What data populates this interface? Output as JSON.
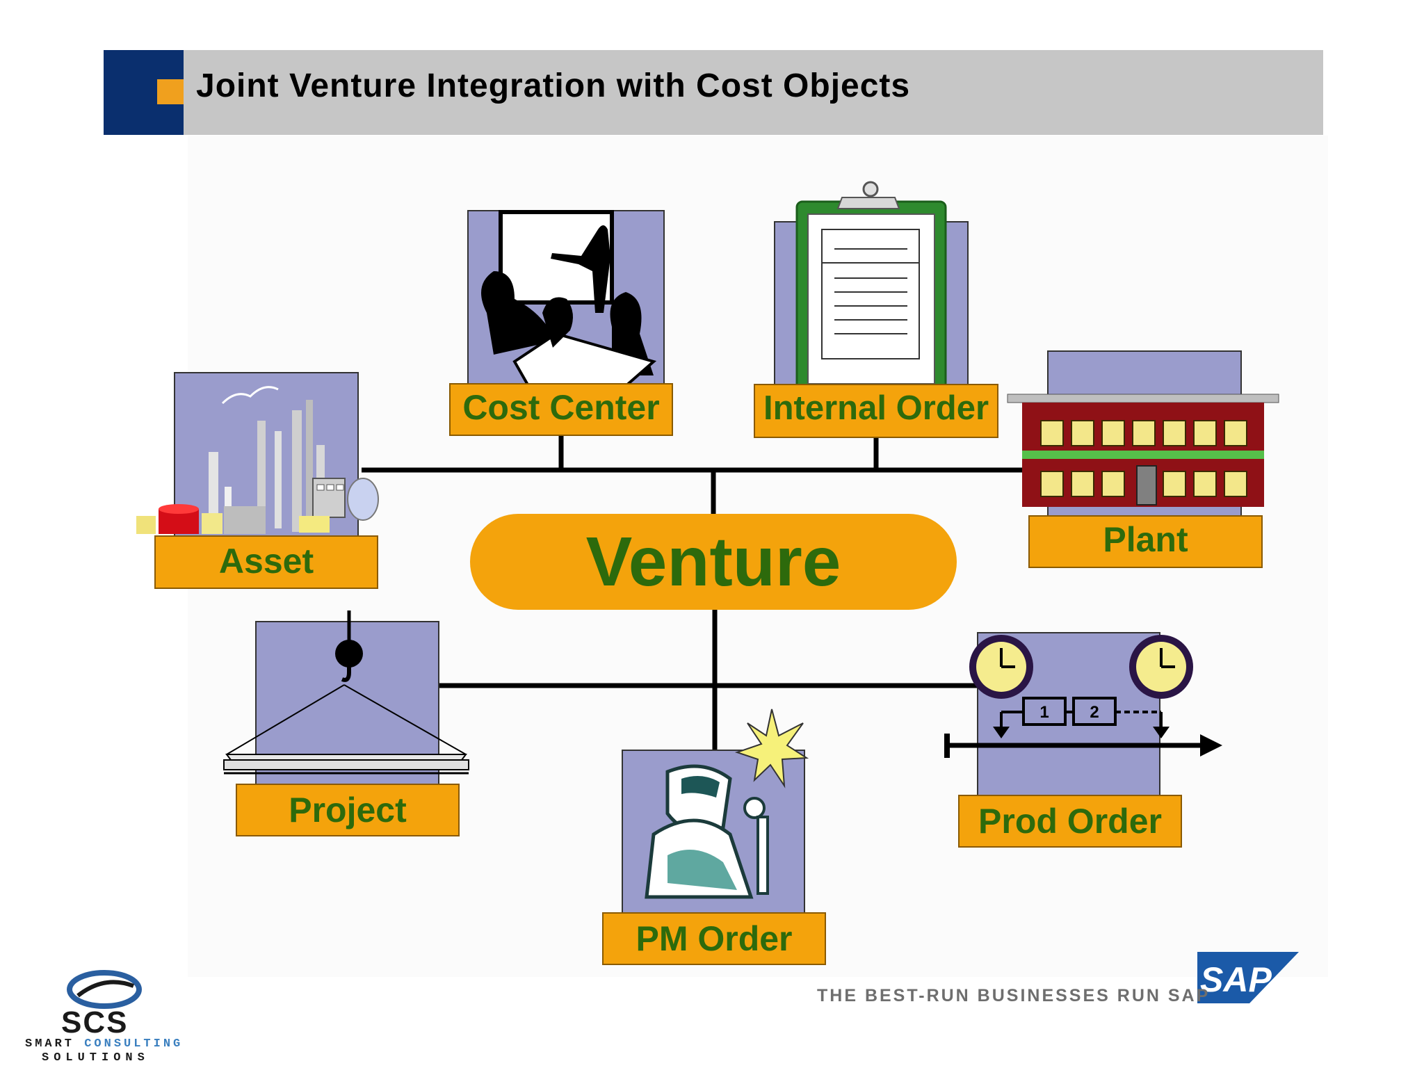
{
  "title": "Joint Venture Integration with Cost Objects",
  "center": "Venture",
  "nodes": {
    "cost_center": "Cost Center",
    "internal_order": "Internal Order",
    "asset": "Asset",
    "plant": "Plant",
    "project": "Project",
    "pm_order": "PM Order",
    "prod_order": "Prod Order"
  },
  "prod_order_steps": [
    "1",
    "2"
  ],
  "footer": {
    "tagline": "THE BEST-RUN BUSINESSES RUN SAP",
    "sap_logo": "SAP",
    "scs_logo": "SCS",
    "scs_word1": "SMART",
    "scs_word2": "CONSULTING",
    "scs_word3": "SOLUTIONS"
  },
  "colors": {
    "accent_orange": "#f4a30c",
    "label_green": "#2d6a0c",
    "panel_lavender": "#9a9ccc",
    "title_navy": "#0a2f6e",
    "title_gray": "#c6c6c6",
    "sap_blue": "#1b5aa8"
  }
}
